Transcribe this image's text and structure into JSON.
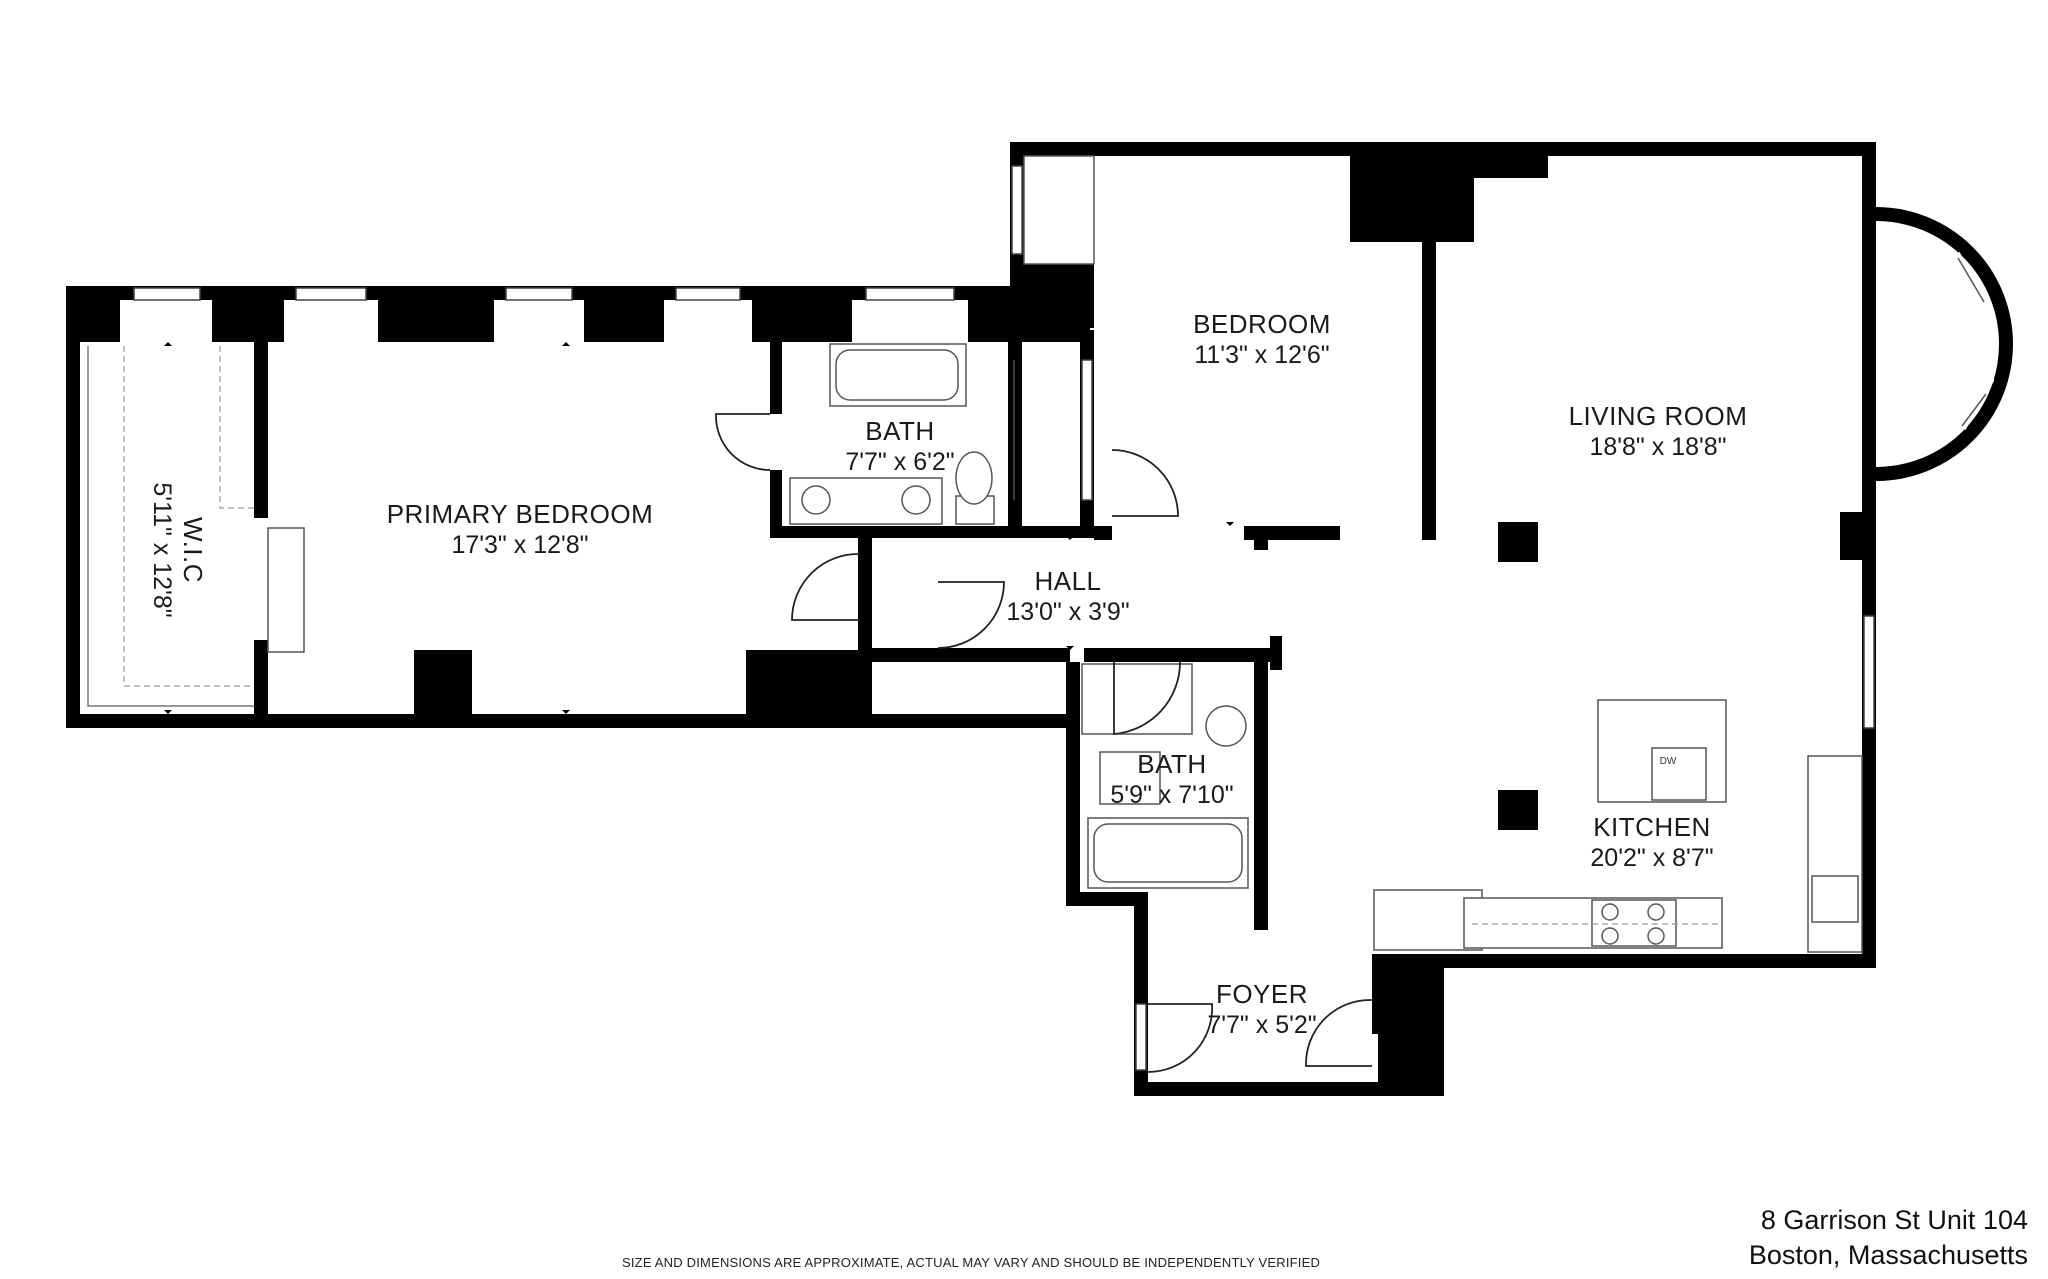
{
  "rooms": {
    "wic": {
      "name": "W.I.C",
      "dims": "5'11\" x 12'8\""
    },
    "primary_bedroom": {
      "name": "PRIMARY BEDROOM",
      "dims": "17'3\" x 12'8\""
    },
    "bath1": {
      "name": "BATH",
      "dims": "7'7\" x 6'2\""
    },
    "bedroom": {
      "name": "BEDROOM",
      "dims": "11'3\" x 12'6\""
    },
    "living_room": {
      "name": "LIVING ROOM",
      "dims": "18'8\" x 18'8\""
    },
    "hall": {
      "name": "HALL",
      "dims": "13'0\" x 3'9\""
    },
    "bath2": {
      "name": "BATH",
      "dims": "5'9\" x 7'10\""
    },
    "kitchen": {
      "name": "KITCHEN",
      "dims": "20'2\" x 8'7\""
    },
    "foyer": {
      "name": "FOYER",
      "dims": "7'7\" x 5'2\""
    }
  },
  "appliances": {
    "dishwasher": "DW"
  },
  "address": {
    "line1": "8 Garrison St Unit 104",
    "line2": "Boston, Massachusetts"
  },
  "disclaimer": "SIZE AND DIMENSIONS ARE APPROXIMATE, ACTUAL MAY VARY AND SHOULD BE INDEPENDENTLY VERIFIED"
}
